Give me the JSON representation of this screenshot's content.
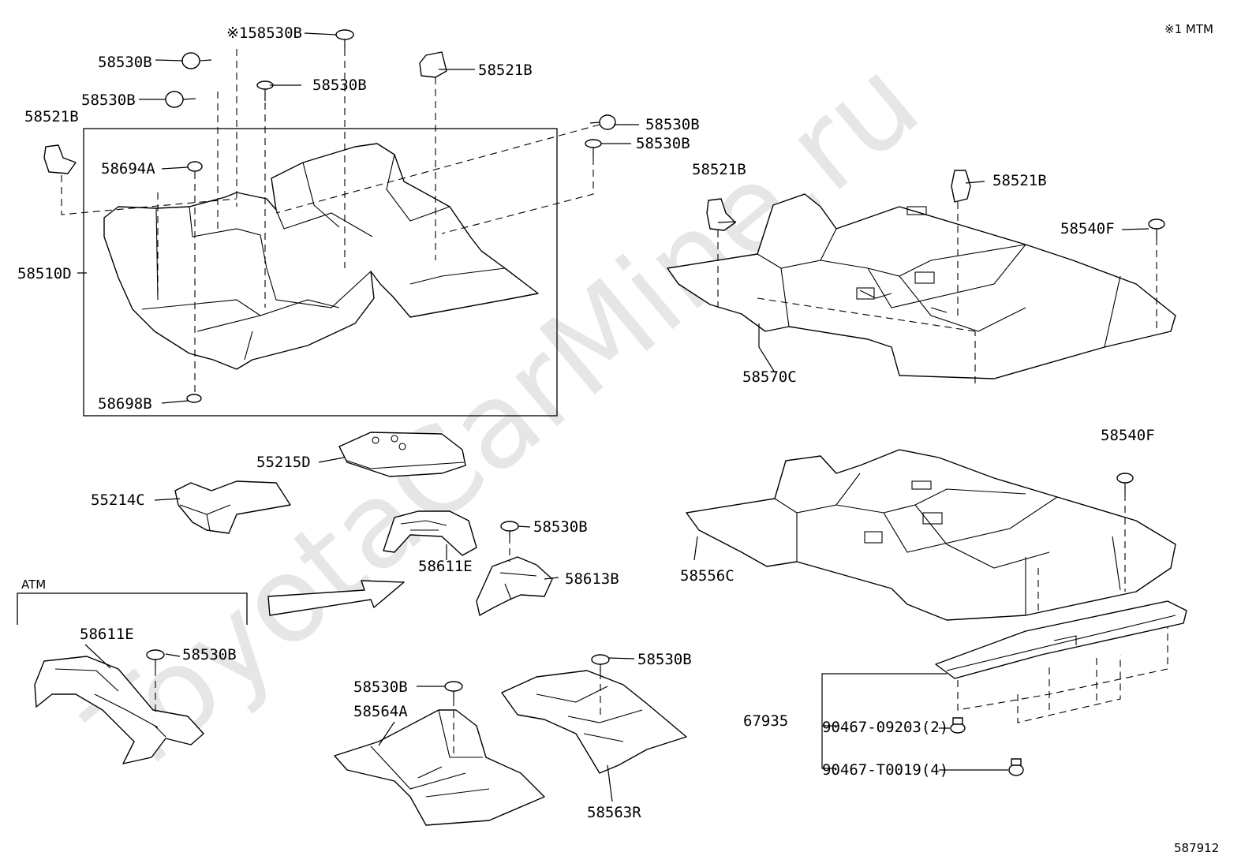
{
  "watermark": "ToyotaCarMine.ru",
  "footnote": "※1 MTM",
  "diagram_id": "587912",
  "frame_label_atm": "ATM",
  "labels": {
    "p58530B_a": "58530B",
    "p58530B_b": "58530B",
    "p58530B_c": "※158530B",
    "p58530B_d": "58530B",
    "p58530B_e": "58530B",
    "p58530B_f": "58530B",
    "p58521B_a": "58521B",
    "p58521B_b": "58521B",
    "p58521B_c": "58521B",
    "p58521B_d": "58521B",
    "p58694A": "58694A",
    "p58510D": "58510D",
    "p58698B": "58698B",
    "p58540F_a": "58540F",
    "p58540F_b": "58540F",
    "p58570C": "58570C",
    "p55215D": "55215D",
    "p55214C": "55214C",
    "p58530B_g": "58530B",
    "p58611E_a": "58611E",
    "p58613B": "58613B",
    "p58556C": "58556C",
    "p58611E_b": "58611E",
    "p58530B_h": "58530B",
    "p58530B_i": "58530B",
    "p58564A": "58564A",
    "p58530B_j": "58530B",
    "p58563R": "58563R",
    "p67935": "67935",
    "p90467_09203": "90467-09203(2)",
    "p90467_T0019": "90467-T0019(4)"
  }
}
